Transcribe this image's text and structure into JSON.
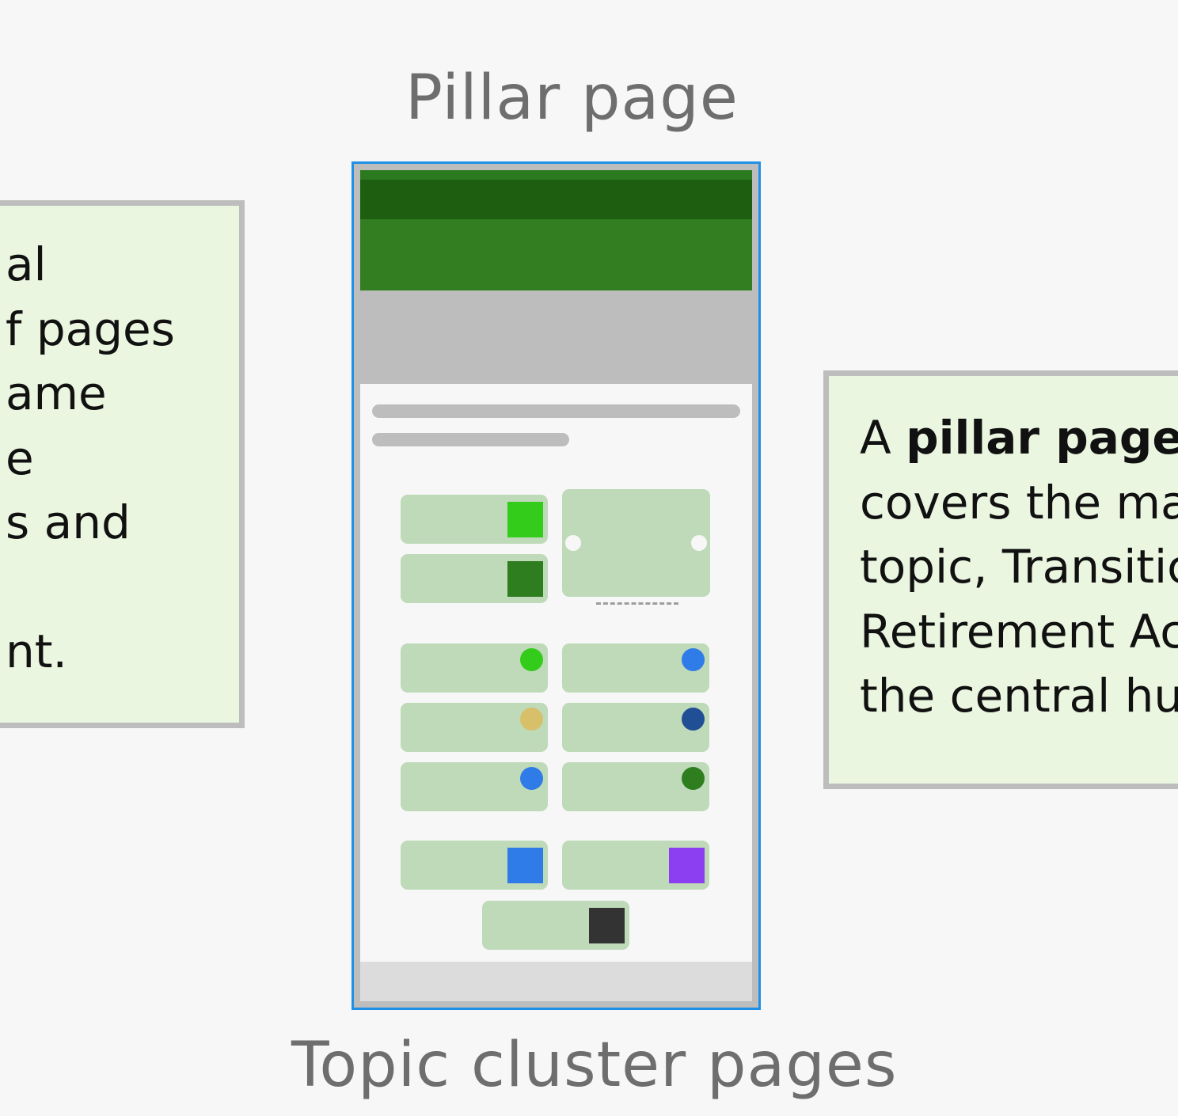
{
  "diagram": {
    "top_heading": "Pillar page",
    "bottom_heading": "Topic cluster pages",
    "left_note": {
      "lines": [
        "al",
        "f pages",
        "ame",
        "e",
        "s and",
        "",
        "nt."
      ]
    },
    "right_note": {
      "line1_prefix": "A ",
      "line1_bold": "pillar page",
      "lines": [
        "covers the ma",
        "topic, Transitic",
        "Retirement Ac",
        "the central hu"
      ]
    }
  },
  "mockup": {
    "colors": {
      "frame_border": "#1e90e6",
      "hero_dark": "#1d5e10",
      "hero": "#327e20",
      "card": "#bedab8",
      "placeholder": "#bdbdbd",
      "content_bg": "#f7f7f7",
      "footer": "#dcdcdc"
    },
    "card_markers": [
      {
        "shape": "square",
        "color": "#33cc1a"
      },
      {
        "shape": "square",
        "color": "#2e7d1f"
      },
      {
        "shape": "dot",
        "color": "#33cc1a"
      },
      {
        "shape": "dot",
        "color": "#2f7be8"
      },
      {
        "shape": "dot",
        "color": "#d8c06a"
      },
      {
        "shape": "dot",
        "color": "#214f96"
      },
      {
        "shape": "dot",
        "color": "#2f7be8"
      },
      {
        "shape": "dot",
        "color": "#2e7d1f"
      },
      {
        "shape": "square",
        "color": "#2f7be8"
      },
      {
        "shape": "square",
        "color": "#8c3ff0"
      },
      {
        "shape": "square",
        "color": "#333333"
      }
    ]
  }
}
